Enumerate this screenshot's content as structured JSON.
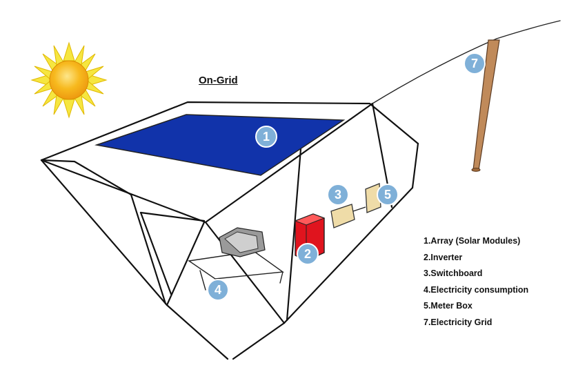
{
  "title": "On-Grid",
  "markers": [
    {
      "label": "1",
      "name": "marker-array"
    },
    {
      "label": "2",
      "name": "marker-inverter"
    },
    {
      "label": "3",
      "name": "marker-switchboard"
    },
    {
      "label": "4",
      "name": "marker-consumption"
    },
    {
      "label": "5",
      "name": "marker-meter-box"
    },
    {
      "label": "7",
      "name": "marker-grid"
    }
  ],
  "legend": [
    "1.Array (Solar Modules)",
    "2.Inverter",
    "3.Switchboard",
    "4.Electricity consumption",
    "5.Meter Box",
    "7.Electricity Grid"
  ],
  "colors": {
    "panel": "#1133aa",
    "inverter": "#e0141e",
    "marker": "#7fb0d8",
    "pole": "#c08a5a",
    "sun_core": "#f7b91e",
    "sun_rays": "#f6e640",
    "box": "#efdca8"
  }
}
